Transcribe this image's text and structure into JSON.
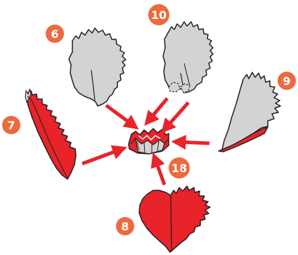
{
  "steps": {
    "s6": "6",
    "s7": "7",
    "s8": "8",
    "s9": "9",
    "s10": "10",
    "s18": "18"
  },
  "colors": {
    "badge": "#ec6a3d",
    "petal_gray": "#d3d3d3",
    "petal_red": "#e8232a",
    "arrow": "#e8232a",
    "outline": "#231f20"
  },
  "icons": {
    "arrow": "arrow-icon",
    "petal": "petal-shape"
  }
}
